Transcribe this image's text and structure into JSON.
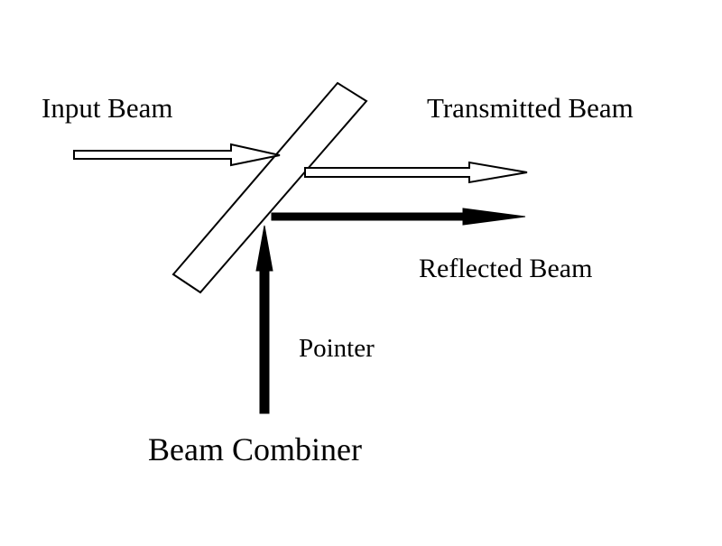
{
  "labels": {
    "input_beam": "Input Beam",
    "transmitted_beam": "Transmitted Beam",
    "reflected_beam": "Reflected Beam",
    "pointer": "Pointer",
    "title": "Beam Combiner"
  },
  "colors": {
    "stroke": "#000000",
    "background": "#ffffff",
    "filled_arrow": "#000000"
  }
}
